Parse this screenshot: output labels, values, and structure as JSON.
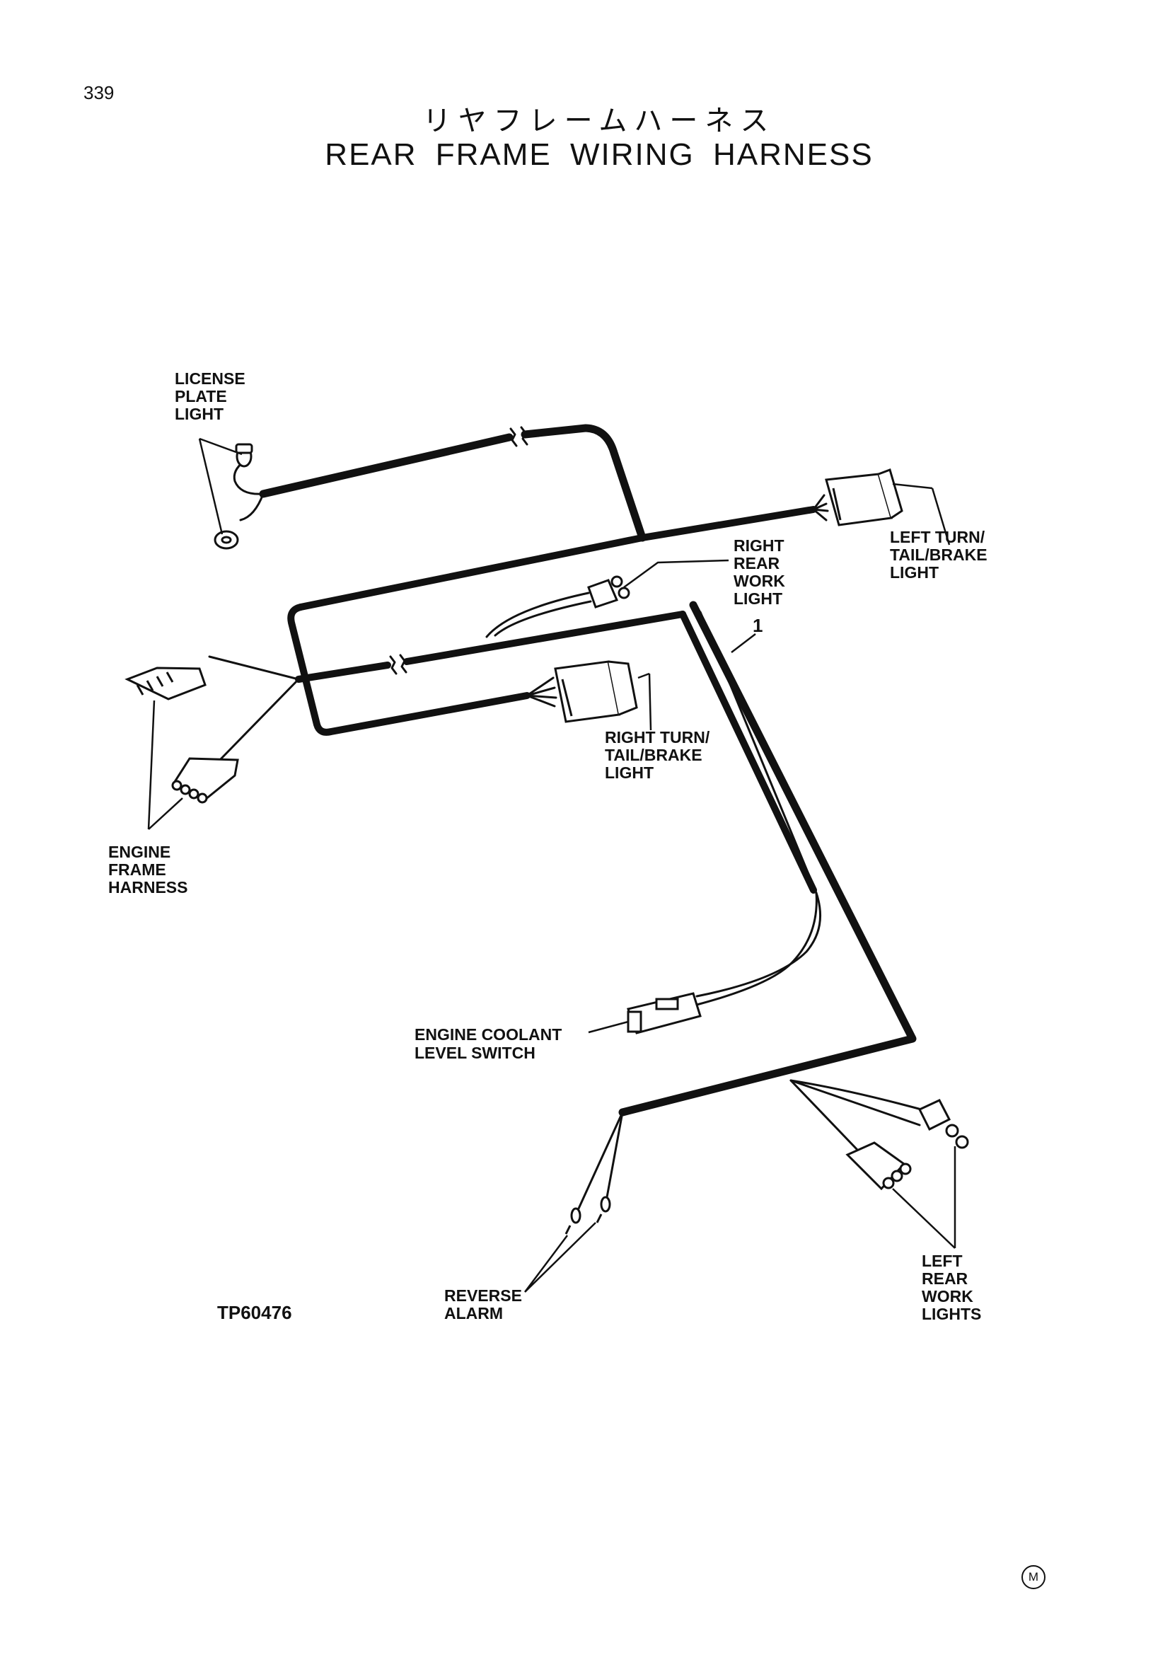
{
  "page": {
    "number": "339",
    "title_ja": "リヤフレームハーネス",
    "title_en": "REAR FRAME WIRING HARNESS",
    "figure_id": "TP60476",
    "corner_mark": "M"
  },
  "diagram": {
    "license_plate_light": [
      "LICENSE",
      "PLATE",
      "LIGHT"
    ],
    "left_turn_light": [
      "LEFT TURN/",
      "TAIL/BRAKE",
      "LIGHT"
    ],
    "right_rear_work_light": [
      "RIGHT",
      "REAR",
      "WORK",
      "LIGHT"
    ],
    "item_ref": "1",
    "right_turn_light": [
      "RIGHT TURN/",
      "TAIL/BRAKE",
      "LIGHT"
    ],
    "engine_frame_harness": [
      "ENGINE",
      "FRAME",
      "HARNESS"
    ],
    "engine_coolant_switch": [
      "ENGINE COOLANT",
      "LEVEL SWITCH"
    ],
    "reverse_alarm": [
      "REVERSE",
      "ALARM"
    ],
    "left_rear_work_lights": [
      "LEFT",
      "REAR",
      "WORK",
      "LIGHTS"
    ]
  }
}
